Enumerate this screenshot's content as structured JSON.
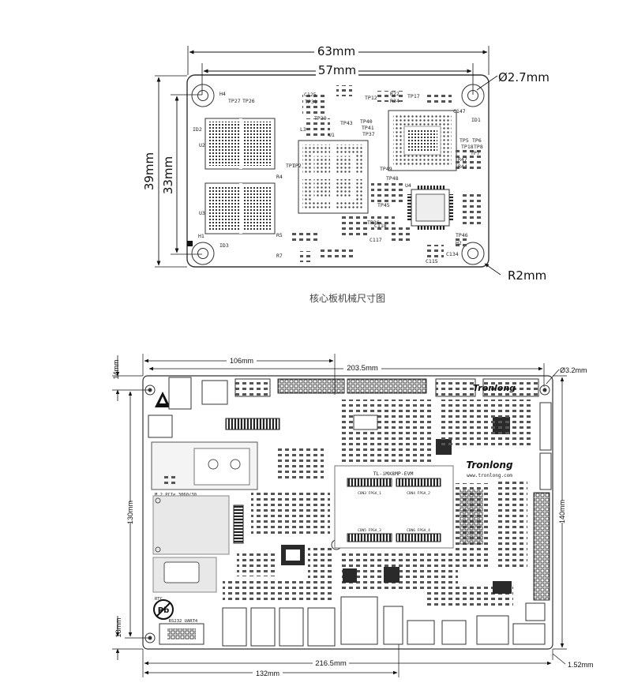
{
  "core_board": {
    "caption": "核心板机械尺寸图",
    "dims": {
      "width_outer": "63mm",
      "width_inner": "57mm",
      "height_outer": "39mm",
      "height_inner": "33mm",
      "hole_diameter": "Ø2.7mm",
      "corner_radius": "R2mm"
    },
    "labels": {
      "h4": "H4",
      "tp27": "TP27",
      "tp26": "TP26",
      "id2": "ID2",
      "u2": "U2",
      "u3": "U3",
      "h1": "H1",
      "id3": "ID3",
      "c125": "C125",
      "tp31": "TP31",
      "tp12": "TP12",
      "tp17": "TP17",
      "r22": "R22",
      "r24": "R24",
      "l3": "L3",
      "u1": "U1",
      "tp43": "TP43",
      "tp40": "TP40",
      "tp41": "TP41",
      "tp37": "TP37",
      "tp39": "TP39",
      "c147": "C147",
      "id1": "ID1",
      "tp5": "TP5",
      "tp6": "TP6",
      "tp18": "TP18",
      "tp8": "TP8",
      "tp7": "TP7",
      "r47": "R47",
      "r44": "R44",
      "tp49": "TP49",
      "tp48": "TP48",
      "u4": "U4",
      "tp45": "TP45",
      "tp36": "TP36",
      "c118": "C118",
      "c117": "C117",
      "tp46": "TP46",
      "c115": "C115",
      "c134": "C134",
      "h2": "H2",
      "tp1": "TP1",
      "tp2": "TP2",
      "r4": "R4",
      "r5": "R5",
      "r7": "R7"
    }
  },
  "carrier_board": {
    "dims": {
      "top_left": "106mm",
      "top_total": "203.5mm",
      "hole_diameter": "Ø3.2mm",
      "left_top": "14mm",
      "left_total": "130mm",
      "left_bottom": "18mm",
      "right_total": "140mm",
      "bottom_mid": "216.5mm",
      "bottom_left": "132mm",
      "bottom_right": "1.52mm"
    },
    "brand": "Tronlong",
    "website": "www.tronlong.com",
    "model_label": "TL-iMX8MP-EVM",
    "labels": {
      "m2": "M.2 PCIe 3060/30",
      "rtc": "RTC",
      "rs232": "RS232 UART4",
      "pb": "Pb",
      "hdr1": "CON3 FPGA_1",
      "hdr2": "CON4 FPGA_2",
      "hdr3": "CON5 FPGA_3",
      "hdr4": "CON6 FPGA_4"
    }
  },
  "colors": {
    "ink": "#111111",
    "board_stroke": "#333333",
    "chip_dark": "#2a2a2a",
    "grey_pad": "#bdbdbd",
    "light_grey": "#dedede",
    "caption": "#444444"
  }
}
